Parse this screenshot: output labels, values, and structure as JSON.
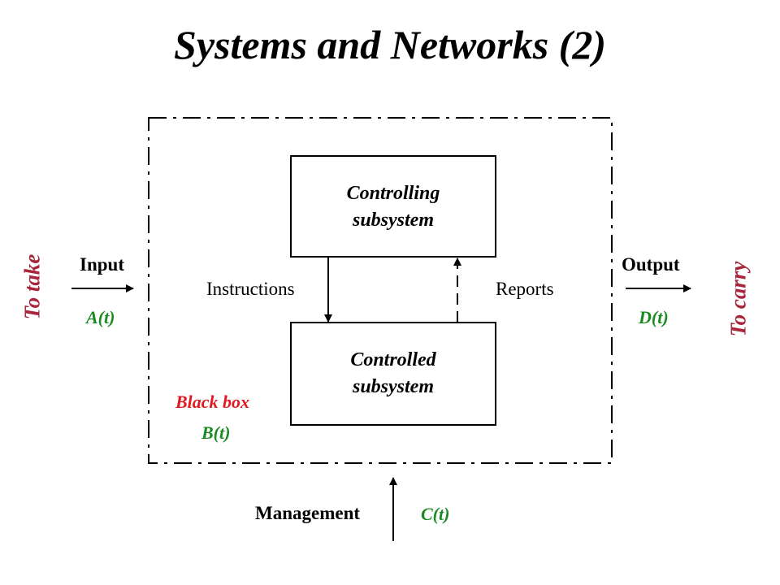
{
  "title": "Systems and Networks (2)",
  "controlling_box": {
    "line1": "Controlling",
    "line2": "subsystem"
  },
  "controlled_box": {
    "line1": "Controlled",
    "line2": "subsystem"
  },
  "instructions": "Instructions",
  "reports": "Reports",
  "input": {
    "label": "Input",
    "func": "A(t)"
  },
  "output": {
    "label": "Output",
    "func": "D(t)"
  },
  "black_box": {
    "label": "Black box",
    "func": "B(t)"
  },
  "management": {
    "label": "Management",
    "func": "C(t)"
  },
  "to_take": "To take",
  "to_carry": "To carry",
  "colors": {
    "green": "#1a8a22",
    "red": "#e0191f",
    "maroon": "#a8263b"
  }
}
